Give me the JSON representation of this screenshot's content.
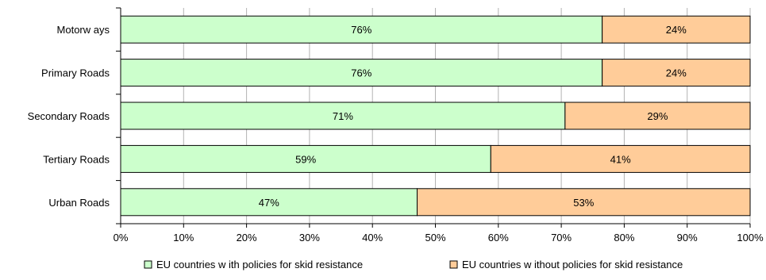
{
  "chart_data": {
    "type": "bar",
    "orientation": "horizontal",
    "stacked": true,
    "categories": [
      "Motorw ays",
      "Primary Roads",
      "Secondary Roads",
      "Tertiary Roads",
      "Urban Roads"
    ],
    "series": [
      {
        "name": "EU countries w ith policies for skid resistance",
        "values": [
          76.5,
          76.5,
          70.6,
          58.8,
          47.1
        ],
        "labels": [
          "76%",
          "76%",
          "71%",
          "59%",
          "47%"
        ],
        "color": "#ccffcc"
      },
      {
        "name": "EU countries w ithout policies for skid resistance",
        "values": [
          23.5,
          23.5,
          29.4,
          41.2,
          52.9
        ],
        "labels": [
          "24%",
          "24%",
          "29%",
          "41%",
          "53%"
        ],
        "color": "#ffcc99"
      }
    ],
    "xlim": [
      0,
      100
    ],
    "xticks": [
      0,
      10,
      20,
      30,
      40,
      50,
      60,
      70,
      80,
      90,
      100
    ],
    "xtick_labels": [
      "0%",
      "10%",
      "20%",
      "30%",
      "40%",
      "50%",
      "60%",
      "70%",
      "80%",
      "90%",
      "100%"
    ],
    "grid": true,
    "legend_position": "bottom"
  }
}
